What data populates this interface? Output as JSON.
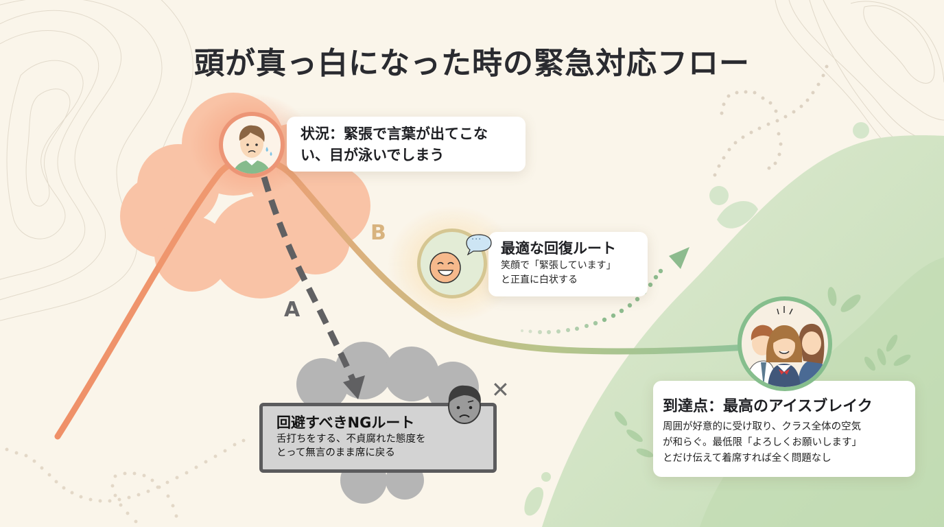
{
  "title": "頭が真っ白になった時の緊急対応フロー",
  "colors": {
    "background": "#faf5ea",
    "stress_curve_start": "#ef9068",
    "route_b_end": "#8fc39a",
    "route_a_dash": "#606062",
    "stress_cloud": "#f9c2a5",
    "goal_area": "#d8e8cc",
    "ng_card_bg": "#d3d3d3"
  },
  "situation": {
    "icon": "nervous-student-icon",
    "text": "状況：緊張で言葉が出てこない、目が泳いでしまう"
  },
  "routes": {
    "a_label": "A",
    "b_label": "B"
  },
  "best_route": {
    "icon": "smiling-face-icon",
    "bubble_icon": "speech-bubble-ellipsis-icon",
    "bubble_text": "···",
    "heading": "最適な回復ルート",
    "body_line1": "笑顔で「緊張しています」",
    "body_line2": "と正直に白状する"
  },
  "ng_route": {
    "icon": "frowning-student-icon",
    "mark": "✕",
    "heading": "回避すべきNGルート",
    "body_line1": "舌打ちをする、不貞腐れた態度を",
    "body_line2": "とって無言のまま席に戻る"
  },
  "goal": {
    "icon": "happy-classmates-icon",
    "heading": "到達点：最高のアイスブレイク",
    "body_line1": "周囲が好意的に受け取り、クラス全体の空気",
    "body_line2": "が和らぐ。最低限「よろしくお願いします」",
    "body_line3": "とだけ伝えて着席すれば全く問題なし"
  }
}
